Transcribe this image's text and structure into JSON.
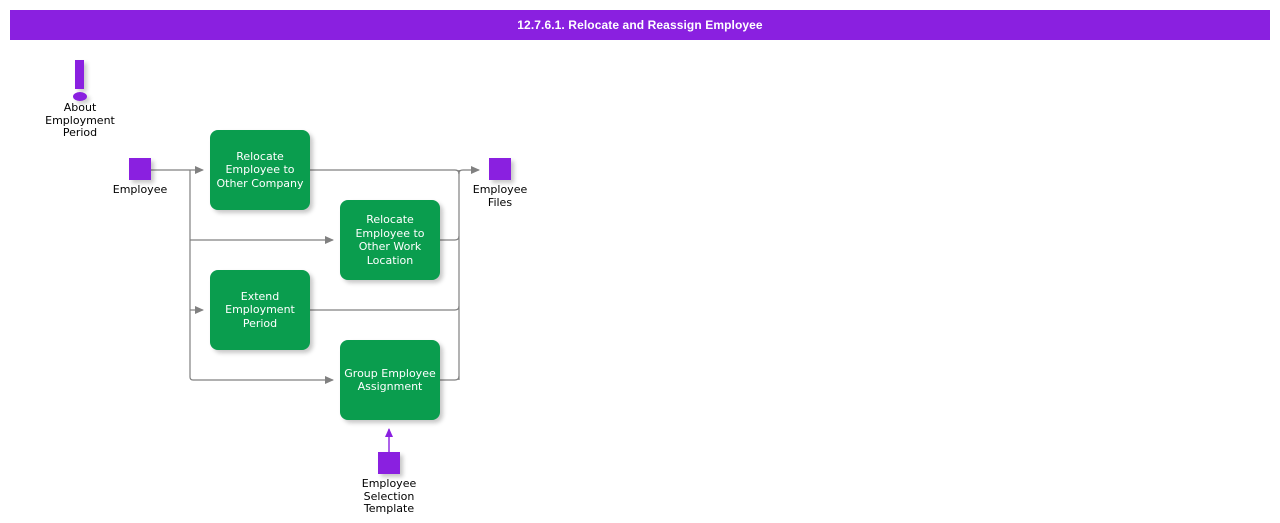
{
  "header": {
    "title": "12.7.6.1. Relocate and Reassign Employee",
    "background_color": "#8A20E0",
    "text_color": "#FFFFFF"
  },
  "theme": {
    "process_green": "#0A9D4E",
    "object_purple": "#8A20E0",
    "connector_gray": "#808080",
    "connector_purple": "#8A20E0",
    "canvas_white": "#FFFFFF"
  },
  "diagram": {
    "type": "process-flow",
    "note": {
      "icon": "exclamation-icon",
      "label": "About\nEmployment\nPeriod"
    },
    "inputs": [
      {
        "id": "employee",
        "label": "Employee",
        "shape": "square",
        "color": "#8A20E0"
      },
      {
        "id": "employee-selection-template",
        "label": "Employee\nSelection\nTemplate",
        "shape": "square",
        "color": "#8A20E0"
      }
    ],
    "outputs": [
      {
        "id": "employee-files",
        "label": "Employee\nFiles",
        "shape": "square",
        "color": "#8A20E0"
      }
    ],
    "processes": [
      {
        "id": "relocate-other-company",
        "label": "Relocate\nEmployee to\nOther Company"
      },
      {
        "id": "relocate-other-work-location",
        "label": "Relocate\nEmployee to\nOther Work\nLocation"
      },
      {
        "id": "extend-employment-period",
        "label": "Extend\nEmployment\nPeriod"
      },
      {
        "id": "group-employee-assignment",
        "label": "Group Employee\nAssignment"
      }
    ]
  }
}
